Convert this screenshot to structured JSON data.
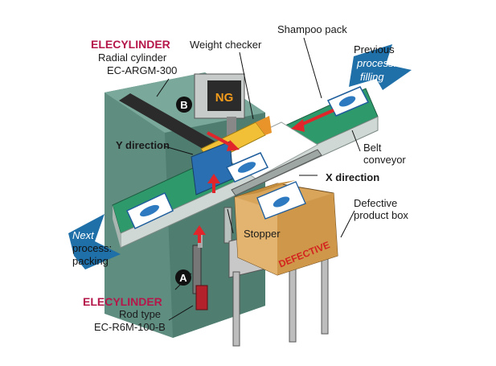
{
  "colors": {
    "belt": "#2e9a6b",
    "machine": "#5f8d80",
    "arrow_blue": "#1f6fa8",
    "red_arrow": "#e0262b",
    "brand": "#b5174a",
    "box": "#d9a55b"
  },
  "cylinder_b": {
    "brand": "ELECYLINDER",
    "type": "Radial cylinder",
    "model": "EC-ARGM-300",
    "marker": "B"
  },
  "cylinder_a": {
    "brand": "ELECYLINDER",
    "type": "Rod type",
    "model": "EC-R6M-100-B",
    "marker": "A"
  },
  "labels": {
    "weight_checker": "Weight checker",
    "shampoo_pack": "Shampoo pack",
    "y_direction": "Y direction",
    "x_direction": "X direction",
    "belt_conveyor_1": "Belt",
    "belt_conveyor_2": "conveyor",
    "defective_box_1": "Defective",
    "defective_box_2": "product box",
    "stopper": "Stopper",
    "ng_display": "NG",
    "box_text": "DEFECTIVE"
  },
  "prev_process": {
    "line1": "Previous",
    "line2": "process:",
    "line3": "filling"
  },
  "next_process": {
    "line1": "Next",
    "line2": "process:",
    "line3": "packing"
  }
}
